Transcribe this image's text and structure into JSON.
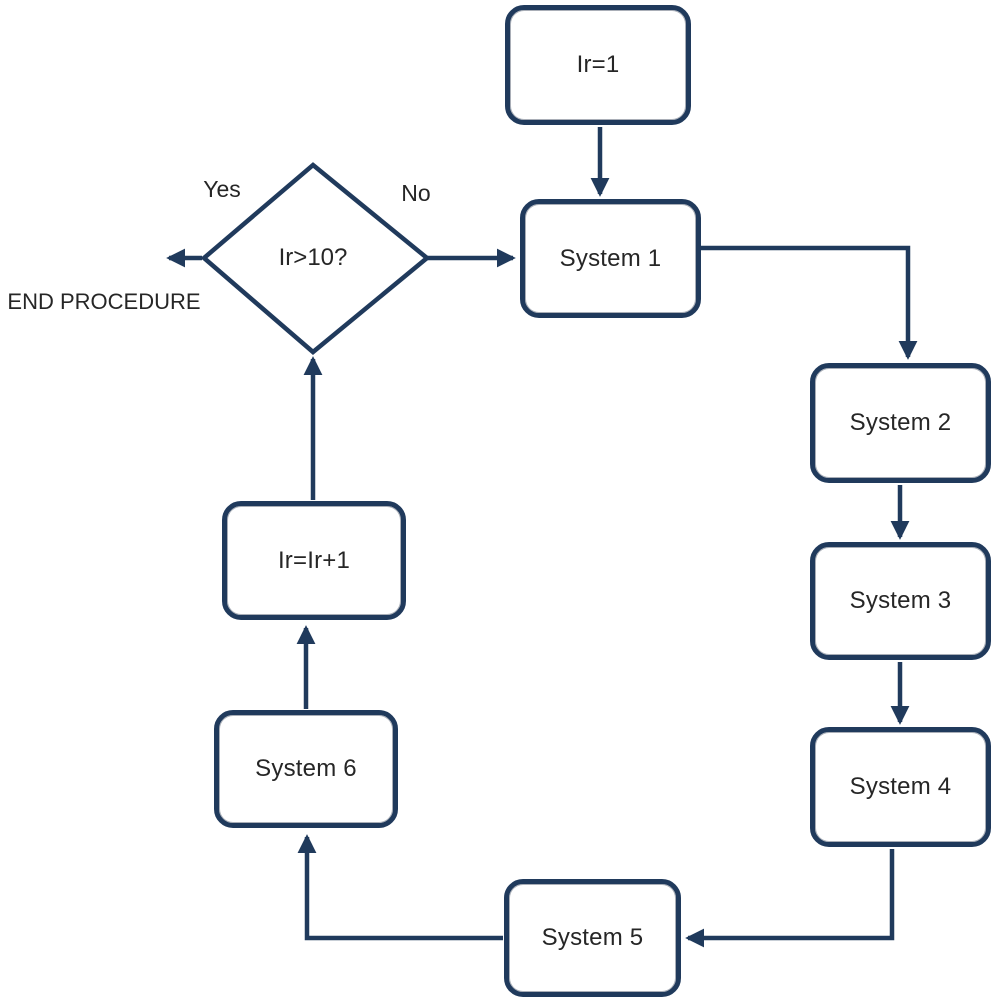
{
  "diagram": {
    "type": "flowchart",
    "colors": {
      "line": "#203a5c",
      "node_fill": "#ffffff",
      "text": "#262626",
      "background": "#ffffff"
    },
    "nodes": [
      {
        "id": "init",
        "shape": "rounded-rect",
        "label": "Ir=1"
      },
      {
        "id": "system1",
        "shape": "rounded-rect",
        "label": "System 1"
      },
      {
        "id": "system2",
        "shape": "rounded-rect",
        "label": "System 2"
      },
      {
        "id": "system3",
        "shape": "rounded-rect",
        "label": "System 3"
      },
      {
        "id": "system4",
        "shape": "rounded-rect",
        "label": "System 4"
      },
      {
        "id": "system5",
        "shape": "rounded-rect",
        "label": "System 5"
      },
      {
        "id": "system6",
        "shape": "rounded-rect",
        "label": "System 6"
      },
      {
        "id": "increment",
        "shape": "rounded-rect",
        "label": "Ir=Ir+1"
      },
      {
        "id": "decision",
        "shape": "diamond",
        "label": "Ir>10?"
      }
    ],
    "labels": {
      "yes": "Yes",
      "no": "No",
      "end": "END PROCEDURE"
    },
    "edges": [
      {
        "from": "Ir=1",
        "to": "System 1",
        "label": ""
      },
      {
        "from": "Ir>10?",
        "to": "System 1",
        "label": "No"
      },
      {
        "from": "System 1",
        "to": "System 2",
        "label": ""
      },
      {
        "from": "System 2",
        "to": "System 3",
        "label": ""
      },
      {
        "from": "System 3",
        "to": "System 4",
        "label": ""
      },
      {
        "from": "System 4",
        "to": "System 5",
        "label": ""
      },
      {
        "from": "System 5",
        "to": "System 6",
        "label": ""
      },
      {
        "from": "System 6",
        "to": "Ir=Ir+1",
        "label": ""
      },
      {
        "from": "Ir=Ir+1",
        "to": "Ir>10?",
        "label": ""
      },
      {
        "from": "Ir>10?",
        "to": "END PROCEDURE",
        "label": "Yes"
      }
    ]
  }
}
